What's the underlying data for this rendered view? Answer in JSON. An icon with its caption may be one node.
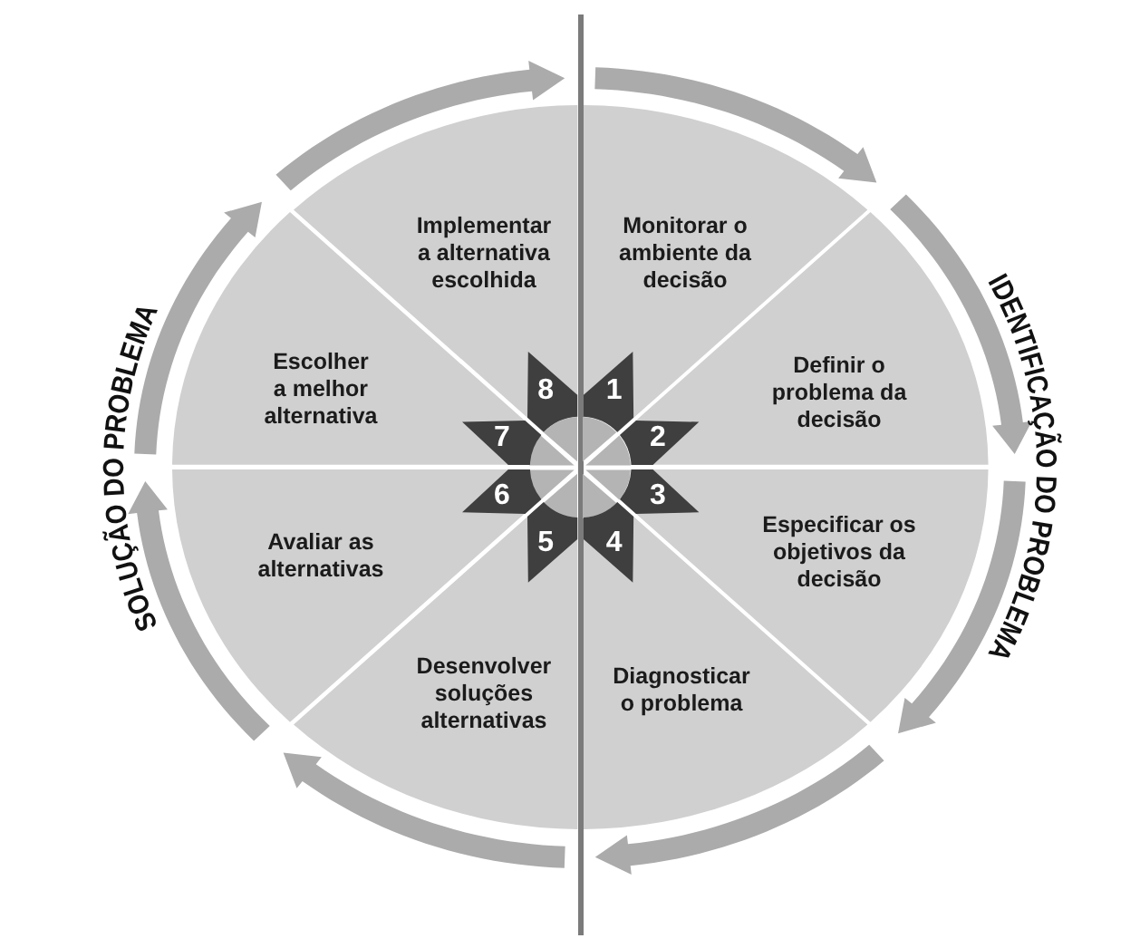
{
  "diagram": {
    "nodes": [
      {
        "text": [
          "Monitorar o ambiente da decisão"
        ]
      },
      {
        "text": [
          "Definir o problema da decisão"
        ]
      },
      {
        "text": [
          "Especificar os objetivos da decisão"
        ]
      },
      {
        "text": [
          "Diagnosticar o problema"
        ]
      },
      {
        "text": [
          "Desenvolver soluções alternativas"
        ]
      },
      {
        "text": [
          "Avaliar as alternativas"
        ]
      },
      {
        "text": [
          "Escolher a melhor alternativa"
        ]
      },
      {
        "text": [
          "Implementar a alternativa escolhida"
        ]
      },
      {
        "text": [
          "1"
        ],
        "in": 0
      },
      {
        "text": [
          "2"
        ],
        "in": 1
      },
      {
        "text": [
          "3"
        ],
        "in": 2
      },
      {
        "text": [
          "4"
        ],
        "in": 3
      },
      {
        "text": [
          "5"
        ],
        "in": 4
      },
      {
        "text": [
          "6"
        ],
        "in": 5
      },
      {
        "text": [
          "7"
        ],
        "in": 6
      },
      {
        "text": [
          "8"
        ],
        "in": 7
      }
    ],
    "labels": [
      "SOLUÇÃO DO PROBLEMA",
      "IDENTIFICAÇÃO DO PROBLEMA"
    ]
  }
}
